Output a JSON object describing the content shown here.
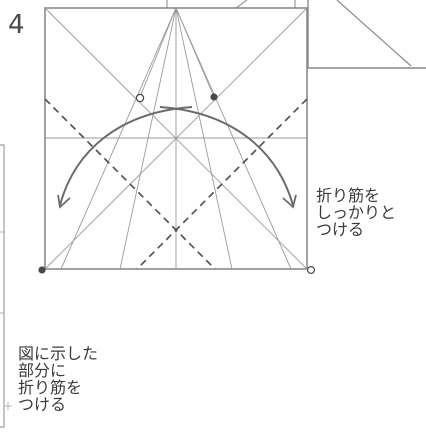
{
  "step": {
    "number": "4"
  },
  "annotations": {
    "crease_firmly": [
      "折り筋を",
      "しっかりと",
      "つける"
    ],
    "crease_indicated": [
      "図に示した",
      "部分に",
      "折り筋を",
      "つける"
    ]
  },
  "colors": {
    "line": "#8a8a8a",
    "fine_line": "#9a9a9a",
    "dashed": "#555555",
    "arrow": "#6b6b6b",
    "dot_fill": "#4a4a4a",
    "dot_open": "#ffffff",
    "text": "#3b3b3b"
  }
}
